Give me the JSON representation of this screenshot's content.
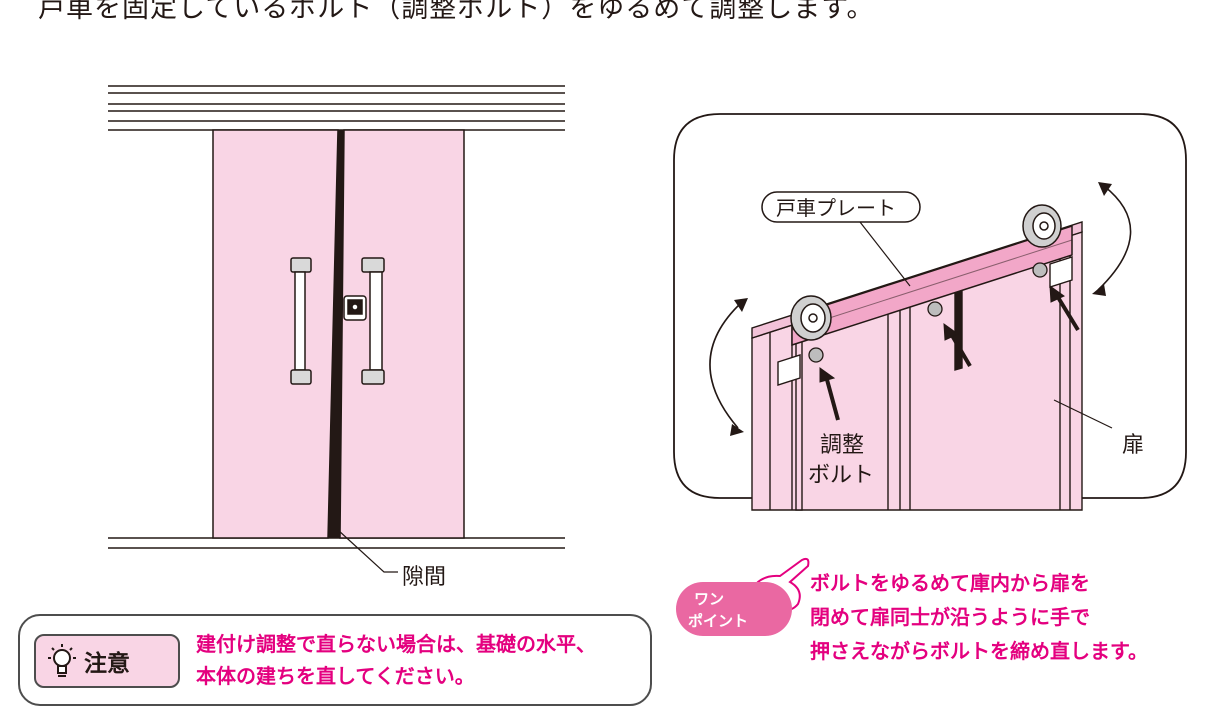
{
  "heading": "戸車を固定しているボルト（調整ボルト）をゆるめて調整します。",
  "left_diagram": {
    "gap_label": "隙間"
  },
  "right_diagram": {
    "roller_plate_label": "戸車プレート",
    "bolt_label_line1": "調整",
    "bolt_label_line2": "ボルト",
    "door_label": "扉"
  },
  "caution": {
    "label": "注意",
    "text_line1": "建付け調整で直らない場合は、基礎の水平、",
    "text_line2": "本体の建ちを直してください。"
  },
  "one_point": {
    "badge_line1": "ワン",
    "badge_line2": "ポイント",
    "text_line1": "ボルトをゆるめて庫内から扉を",
    "text_line2": "閉めて扉同士が沿うように手で",
    "text_line3": "押さえながらボルトを締め直します。"
  },
  "colors": {
    "door_pink": "#f9d5e5",
    "plate_pink": "#f2a7c8",
    "accent_magenta": "#e4007f",
    "badge_pink": "#ea68a2",
    "line": "#231815"
  }
}
